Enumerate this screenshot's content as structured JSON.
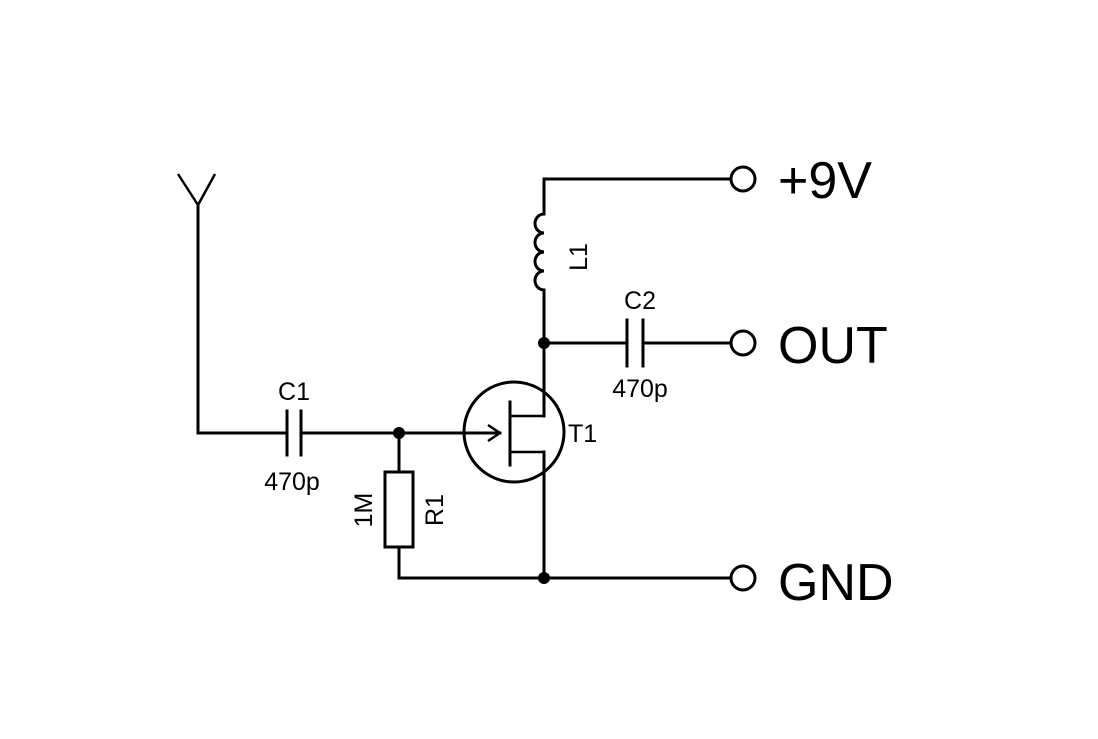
{
  "components": {
    "c1": {
      "ref": "C1",
      "value": "470p"
    },
    "c2": {
      "ref": "C2",
      "value": "470p"
    },
    "r1": {
      "ref": "R1",
      "value": "1M"
    },
    "l1": {
      "ref": "L1"
    },
    "t1": {
      "ref": "T1"
    }
  },
  "terminals": {
    "supply": "+9V",
    "output": "OUT",
    "ground": "GND"
  }
}
